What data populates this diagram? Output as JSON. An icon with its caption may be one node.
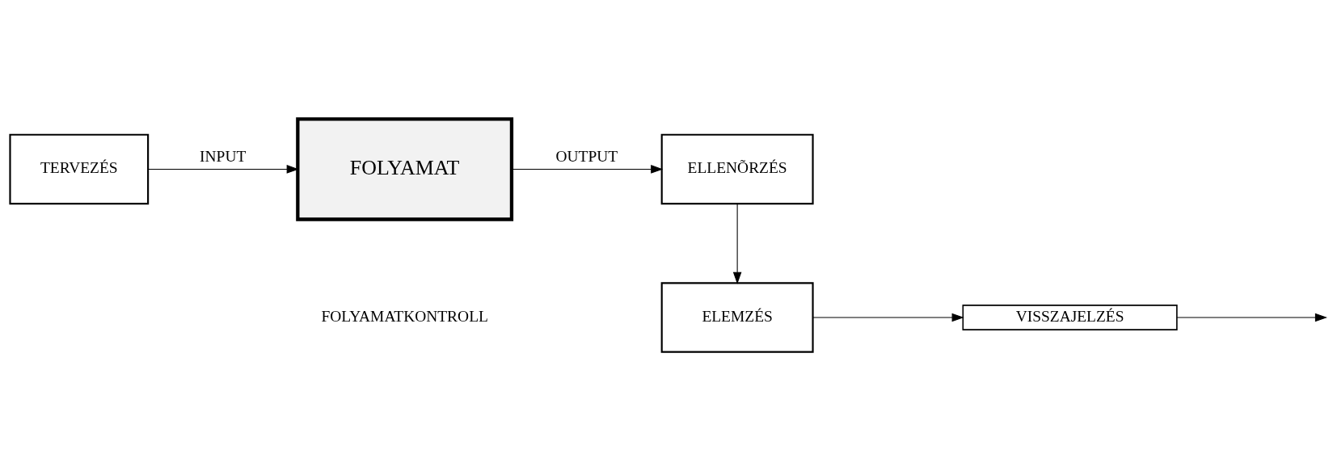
{
  "diagram": {
    "nodes": [
      {
        "text": [
          "TERVEZÉS"
        ]
      },
      {
        "text": [
          "FOLYAMAT"
        ]
      },
      {
        "text": [
          "ELLENÕRZÉS"
        ]
      },
      {
        "text": [
          "ELEMZÉS"
        ]
      },
      {
        "text": [
          "VISSZAJELZÉS"
        ]
      }
    ],
    "edges": [
      {
        "from": 0,
        "to": 1,
        "arrow": "to",
        "label": "INPUT"
      },
      {
        "from": 1,
        "to": 2,
        "arrow": "to",
        "label": "OUTPUT"
      },
      {
        "from": 2,
        "to": 3,
        "arrow": "to"
      },
      {
        "from": 3,
        "to": 4,
        "arrow": "to"
      },
      {
        "from": 4,
        "to": null,
        "arrow": "to"
      }
    ],
    "labels": [
      "FOLYAMATKONTROLL"
    ]
  }
}
